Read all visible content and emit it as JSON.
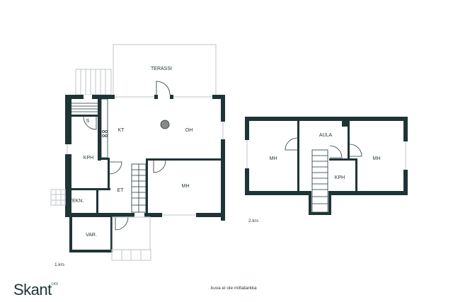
{
  "brand": {
    "name": "Skant",
    "suffix": "LKV"
  },
  "note": "kuva ei ole mittatarkka",
  "floor1": {
    "label": "1.krs",
    "rooms": {
      "terrace": "TERASSI",
      "kitchen": "KT",
      "living": "OH",
      "sauna": "S",
      "bathroom": "KPH",
      "hall": "ET",
      "bedroom": "MH",
      "technical": "TEKN.",
      "storage": "VAR."
    }
  },
  "floor2": {
    "label": "2.krs",
    "rooms": {
      "bedroom_left": "MH",
      "lobby": "AULA",
      "bedroom_right": "MH",
      "bathroom": "KPH"
    }
  },
  "colors": {
    "wall": "#1f3437"
  }
}
